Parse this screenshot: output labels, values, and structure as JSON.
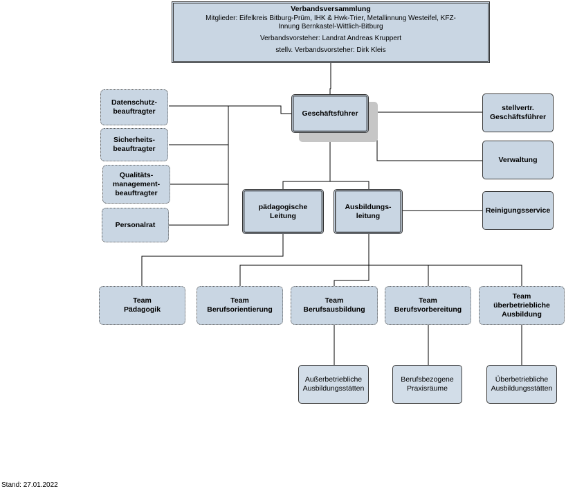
{
  "header": {
    "title": "Verbandsversammlung",
    "members": "Mitglieder: Eifelkreis Bitburg-Prüm, IHK & Hwk-Trier, Metallinnung Westeifel, KFZ-Innung Bernkastel-Wittlich-Bitburg",
    "chair": "Verbandsvorsteher: Landrat Andreas Kruppert",
    "vice_chair": "stellv. Verbandsvorsteher: Dirk Kleis"
  },
  "nodes": {
    "geschaeftsfuehrer": "Geschäftsführer",
    "stellvertreter": "stellvertr. Geschäftsführer",
    "verwaltung": "Verwaltung",
    "datenschutz": "Datenschutz- beauftragter",
    "sicherheit": "Sicherheits- beauftragter",
    "qualitaet": "Qualitäts- management- beauftragter",
    "personalrat": "Personalrat",
    "paed_leitung": "pädagogische Leitung",
    "ausb_leitung": "Ausbildungs- leitung",
    "reinigung": "Reinigungsservice",
    "team_paedagogik": "Team Pädagogik",
    "team_berufsorientierung": "Team Berufsorientierung",
    "team_berufsausbildung": "Team Berufsausbildung",
    "team_berufsvorbereitung": "Team Berufsvorbereitung",
    "team_ueberbetrieblich": "Team überbetriebliche Ausbildung",
    "ausserbetriebliche": "Außerbetriebliche Ausbildungsstätten",
    "berufsbezogene": "Berufsbezogene Praxisräume",
    "ueberbetriebliche": "Überbetriebliche Ausbildungsstätten"
  },
  "footer": {
    "stand": "Stand: 27.01.2022"
  }
}
